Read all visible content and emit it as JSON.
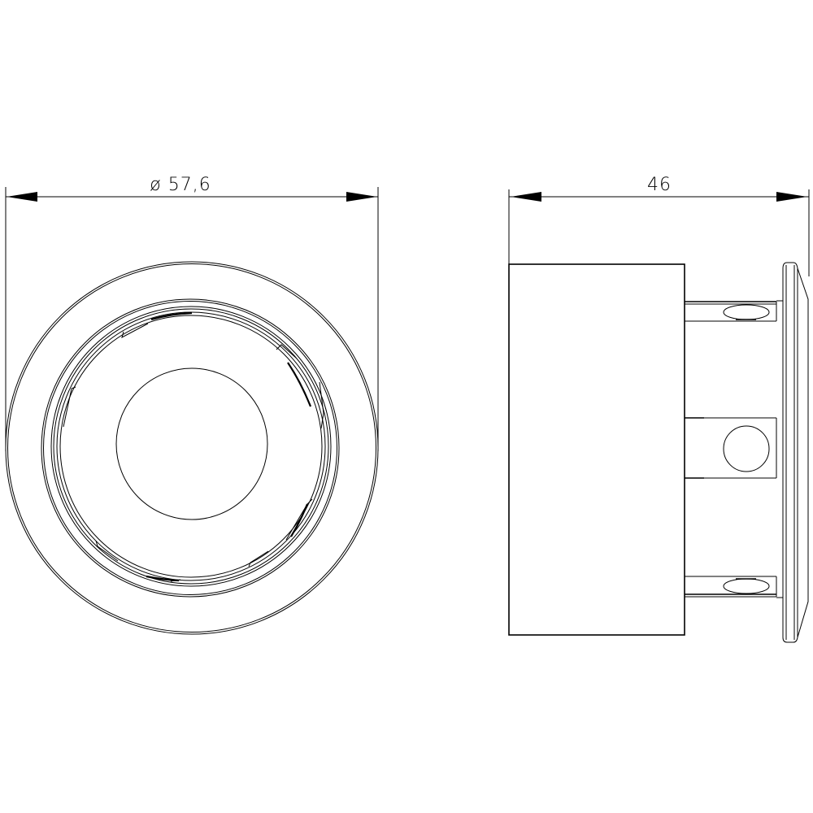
{
  "drawing": {
    "type": "technical-drawing",
    "views": [
      {
        "name": "front-view",
        "dimension_label": "ø 57,6",
        "dimension_value": "57,6",
        "dimension_prefix": "ø"
      },
      {
        "name": "side-view",
        "dimension_label": "46",
        "dimension_value": "46"
      }
    ]
  },
  "colors": {
    "line": "#000000",
    "background": "#ffffff"
  }
}
